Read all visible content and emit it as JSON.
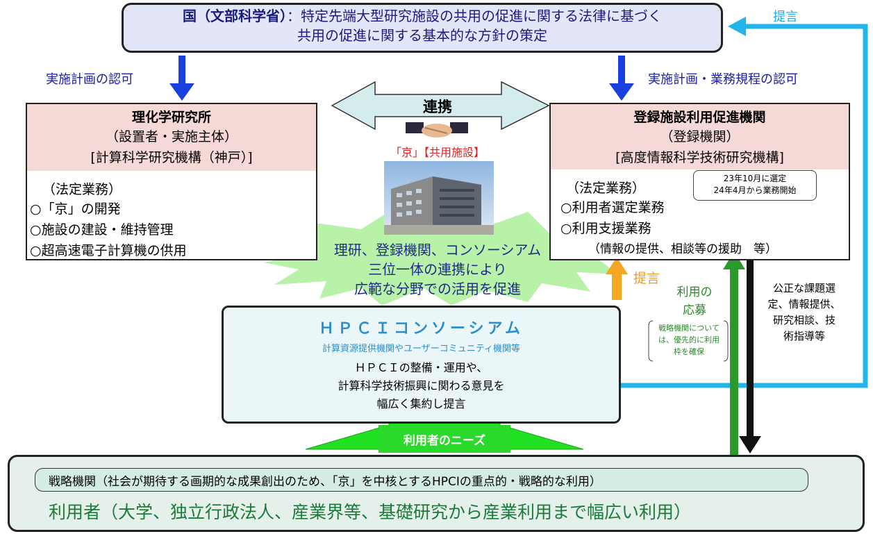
{
  "government": {
    "name": "国（文部科学省）",
    "line1": "：特定先端大型研究施設の共用の促進に関する法律に基づく",
    "line2": "共用の促進に関する基本的な方針の策定"
  },
  "arrows": {
    "approval_left": "実施計画の認可",
    "approval_right": "実施計画・業務規程の認可",
    "proposal_top": "提言",
    "collaboration": "連携",
    "proposal_mid": "提言",
    "application_1": "利用の",
    "application_2": "応募",
    "needs": "利用者のニーズ"
  },
  "riken": {
    "title": "理化学研究所",
    "subtitle": "（設置者・実施主体）",
    "institute": "[計算科学研究機構（神戸）]",
    "legal_label": "（法定業務）",
    "items": [
      "○「京」の開発",
      "○施設の建設・維持管理",
      "○超高速電子計算機の供用"
    ]
  },
  "facility": {
    "label": "「京」【共用施設】",
    "photo": "building-photo"
  },
  "registered": {
    "title": "登録施設利用促進機関",
    "subtitle": "（登録機関）",
    "institute": "[高度情報科学技術研究機構]",
    "note_1": "23年10月に選定",
    "note_2": "24年4月から業務開始",
    "legal_label": "（法定業務）",
    "item_1": "○利用者選定業務",
    "item_2": "○利用支援業務",
    "item_3": "（情報の提供、相談等の援助　等）"
  },
  "collaboration": {
    "line1": "理研、登録機関、コンソーシアム",
    "line2": "三位一体の連携により",
    "line3": "広範な分野での活用を促進"
  },
  "strategic_note": {
    "line1": "戦略機関について",
    "line2": "は、優先的に利用",
    "line3": "枠を確保"
  },
  "support_note": {
    "line1": "公正な課題選",
    "line2": "定、情報提供、",
    "line3": "研究相談、技",
    "line4": "術指導等"
  },
  "hpci": {
    "title": "ＨＰＣＩコンソーシアム",
    "subtitle": "計算資源提供機関やユーザーコミュニティ機関等",
    "line1": "ＨＰＣＩの整備・運用や、",
    "line2": "計算科学技術振興に関わる意見を",
    "line3": "幅広く集約し提言"
  },
  "users": {
    "strategic": "戦略機関（社会が期待する画期的な成果創出のため、「京」を中核とするHPCIの重点的・戦略的な利用）",
    "main": "利用者（大学、独立行政法人、産業界等、基礎研究から産業利用まで幅広い利用）"
  },
  "colors": {
    "blue_arrow": "#1a3fe0",
    "teal_line": "#22b5ec",
    "green_arrow": "#2a9a2a",
    "orange_arrow": "#f5a623",
    "burst": "#b8f2a8",
    "pink_header": "#f5d9d6"
  }
}
